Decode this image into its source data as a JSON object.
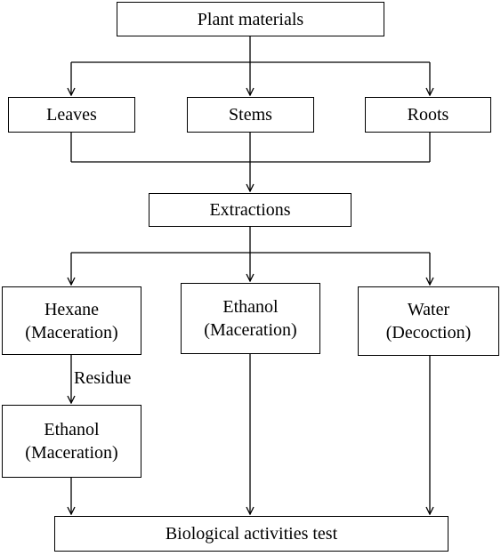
{
  "diagram": {
    "nodes": {
      "plant_materials": {
        "lines": [
          "Plant materials"
        ]
      },
      "leaves": {
        "lines": [
          "Leaves"
        ]
      },
      "stems": {
        "lines": [
          "Stems"
        ]
      },
      "roots": {
        "lines": [
          "Roots"
        ]
      },
      "extractions": {
        "lines": [
          "Extractions"
        ]
      },
      "hexane": {
        "lines": [
          "Hexane",
          "(Maceration)"
        ]
      },
      "ethanol_mid": {
        "lines": [
          "Ethanol",
          "(Maceration)"
        ]
      },
      "water": {
        "lines": [
          "Water",
          "(Decoction)"
        ]
      },
      "ethanol_left": {
        "lines": [
          "Ethanol",
          "(Maceration)"
        ]
      },
      "bio_test": {
        "lines": [
          "Biological activities test"
        ]
      }
    },
    "edge_labels": {
      "residue": "Residue"
    }
  }
}
